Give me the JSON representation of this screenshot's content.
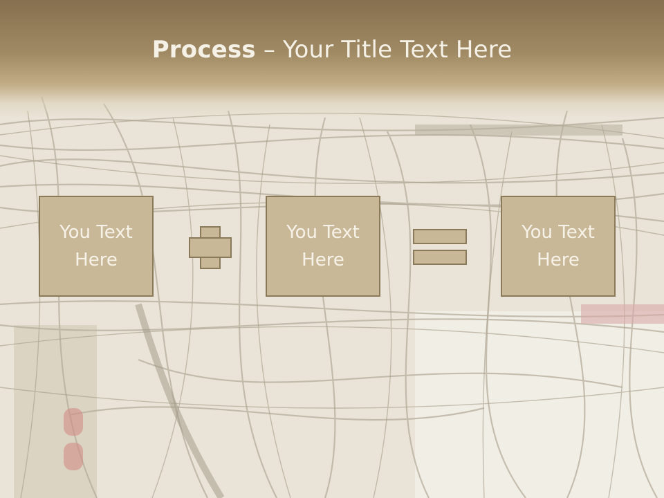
{
  "slide": {
    "title_bold": "Process",
    "title_rest": " – Your Title Text Here",
    "boxes": [
      {
        "label": "You Text Here"
      },
      {
        "label": "You Text Here"
      },
      {
        "label": "You Text Here"
      }
    ],
    "operators": [
      "plus",
      "equals"
    ]
  },
  "colors": {
    "title_band": "#85704f",
    "box_fill": "#c9b898",
    "box_border": "#8b7a5a",
    "text_light": "#f7f2e7"
  }
}
